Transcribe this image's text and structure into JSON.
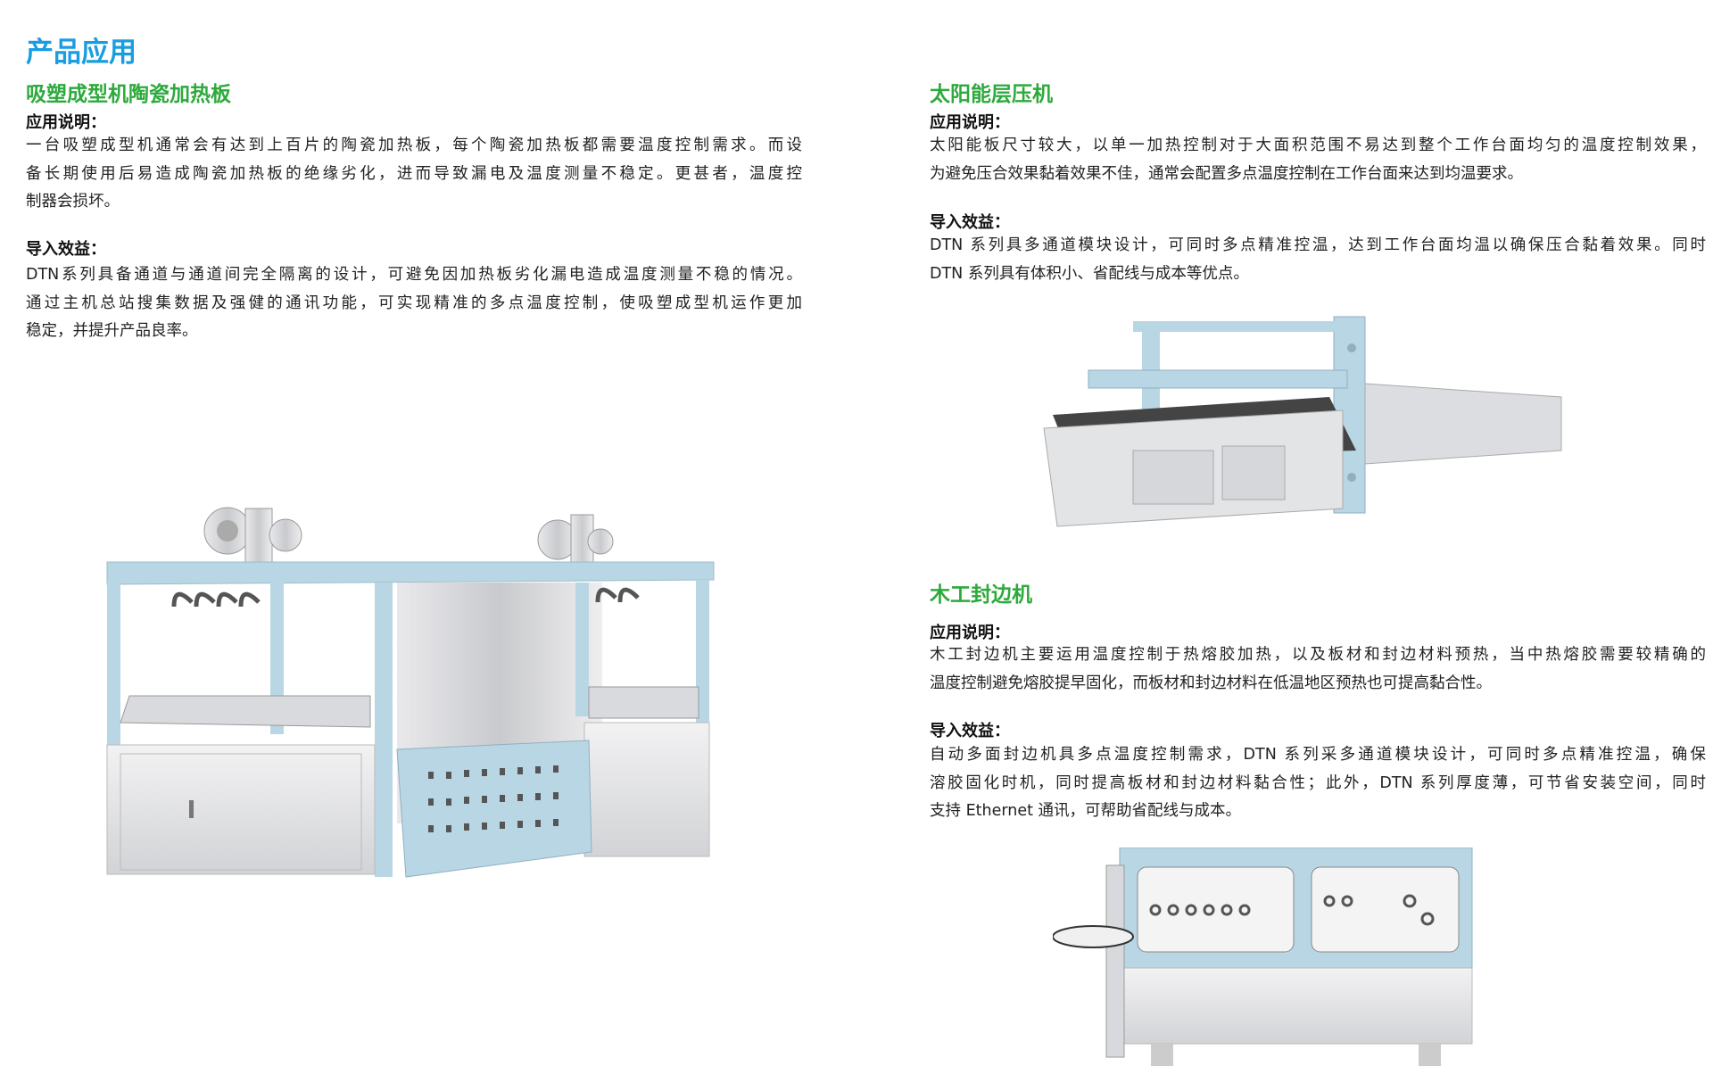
{
  "page_title": "产品应用",
  "sections": [
    {
      "title": "吸塑成型机陶瓷加热板",
      "desc_label": "应用说明：",
      "desc_lines": [
        "一台吸塑成型机通常会有达到上百片的陶瓷加热板，每个陶瓷加热板都需要温度控制需求。而设",
        "备长期使用后易造成陶瓷加热板的绝缘劣化，进而导致漏电及温度测量不稳定。更甚者，温度控",
        "制器会损坏。"
      ],
      "benefit_label": "导入效益：",
      "benefit_lines": [
        "DTN系列具备通道与通道间完全隔离的设计，可避免因加热板劣化漏电造成温度测量不稳的情况。",
        "通过主机总站搜集数据及强健的通讯功能，可实现精准的多点温度控制，使吸塑成型机运作更加",
        "稳定，并提升产品良率。"
      ]
    },
    {
      "title": "太阳能层压机",
      "desc_label": "应用说明：",
      "desc_lines": [
        "太阳能板尺寸较大，以单一加热控制对于大面积范围不易达到整个工作台面均匀的温度控制效果，",
        "为避免压合效果黏着效果不佳，通常会配置多点温度控制在工作台面来达到均温要求。"
      ],
      "benefit_label": "导入效益：",
      "benefit_lines": [
        "DTN 系列具多通道模块设计，可同时多点精准控温，达到工作台面均温以确保压合黏着效果。同时",
        "DTN 系列具有体积小、省配线与成本等优点。"
      ]
    },
    {
      "title": "木工封边机",
      "desc_label": "应用说明：",
      "desc_lines": [
        "木工封边机主要运用温度控制于热熔胶加热，以及板材和封边材料预热，当中热熔胶需要较精确的",
        "温度控制避免熔胶提早固化，而板材和封边材料在低温地区预热也可提高黏合性。"
      ],
      "benefit_label": "导入效益：",
      "benefit_lines": [
        "自动多面封边机具多点温度控制需求，DTN 系列采多通道模块设计，可同时多点精准控温，确保",
        "溶胶固化时机，同时提高板材和封边材料黏合性；此外，DTN 系列厚度薄，可节省安装空间，同时",
        "支持 Ethernet 通讯，可帮助省配线与成本。"
      ]
    }
  ],
  "colors": {
    "title_blue": "#1a9de0",
    "section_green": "#2daa3c",
    "machine_blue": "#b9d6e4"
  }
}
